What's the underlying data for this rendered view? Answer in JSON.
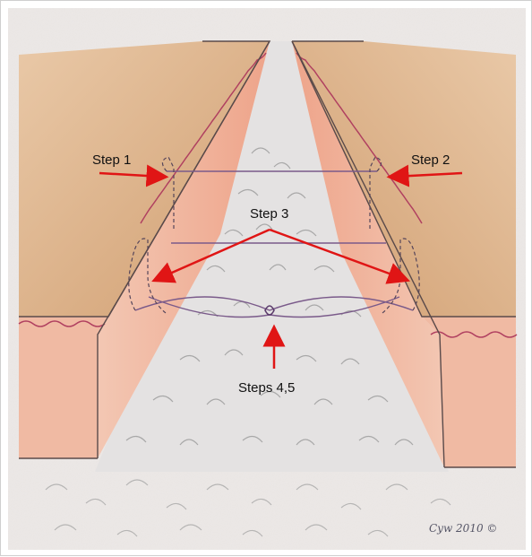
{
  "labels": {
    "step1": "Step 1",
    "step2": "Step 2",
    "step3": "Step 3",
    "steps45": "Steps 4,5"
  },
  "signature": "Cyw 2010 ©",
  "colors": {
    "paper": "#ece8e6",
    "skin_top": "#d8a878",
    "skin_side": "#f0b8a0",
    "arrow": "#e01515",
    "suture": "#7a5a8a",
    "tissue_line": "#b04060"
  }
}
